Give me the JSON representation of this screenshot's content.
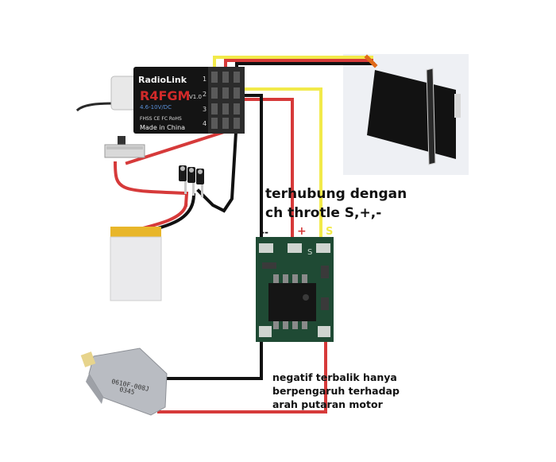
{
  "diagram": {
    "title": "Wiring: RadioLink R4FGM receiver, servo, mini brushed ESC, motor and LiPo",
    "receiver": {
      "brand": "RadioLink",
      "model": "R4FGM",
      "version": "V1.0",
      "voltage": "4.6-10V/DC",
      "certs": "FHSS CE FC RoHS",
      "origin": "Made in China",
      "channels": [
        "1",
        "2",
        "3",
        "4"
      ]
    },
    "esc": {
      "pad_labels": {
        "negative": "--",
        "positive": "+",
        "signal": "S"
      },
      "silk_label": "S"
    },
    "motor": {
      "label_line1": "0610F-008J",
      "label_line2": "0345"
    },
    "annotations": {
      "throttle_note_line1": "terhubung dengan",
      "throttle_note_line2": "ch throtle S,+,-",
      "motor_note_line1": "negatif terbalik hanya",
      "motor_note_line2": "berpengaruh terhadap",
      "motor_note_line3": "arah putaran motor"
    },
    "components": [
      "receiver",
      "servo",
      "slide-switch",
      "header-pins",
      "lipo-battery",
      "esc-board",
      "dc-motor"
    ],
    "colors": {
      "wire_red": "#d63a3a",
      "wire_black": "#111111",
      "wire_yellow": "#f2ea4a",
      "wire_orange": "#e06a1a",
      "esc_green": "#1f4a34",
      "battery_yellow": "#e8b62a"
    }
  }
}
